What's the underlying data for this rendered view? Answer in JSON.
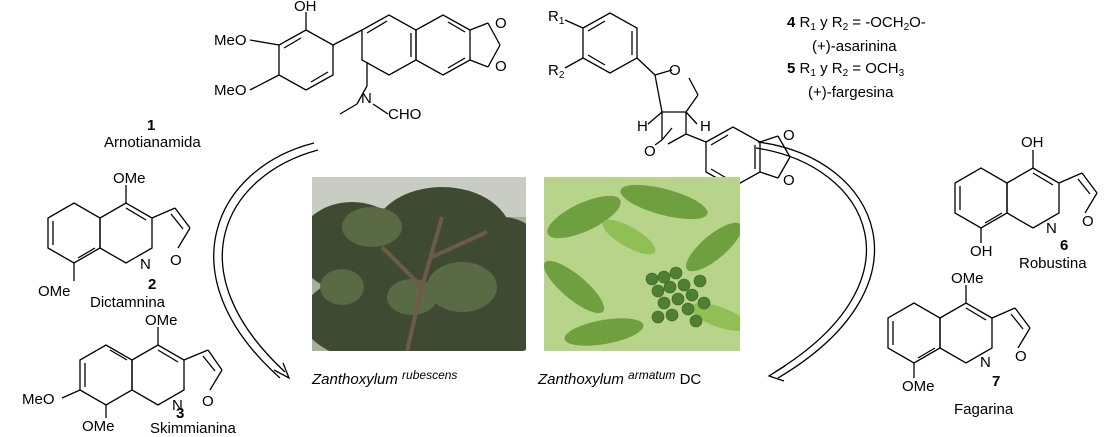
{
  "compounds": [
    {
      "number": "1",
      "name": "Arnotianamida"
    },
    {
      "number": "2",
      "name": "Dictamnina"
    },
    {
      "number": "3",
      "name": "Skimmianina"
    },
    {
      "number": "6",
      "name": "Robustina"
    },
    {
      "number": "7",
      "name": "Fagarina"
    }
  ],
  "lignans": {
    "line4": {
      "number": "4",
      "text_a": " R",
      "sub1": "1",
      "text_b": " y R",
      "sub2": "2",
      "text_c": " = -OCH",
      "sub3": "2",
      "text_d": "O-",
      "name": "(+)-asarinina"
    },
    "line5": {
      "number": "5",
      "text_a": " R",
      "sub1": "1",
      "text_b": " y R",
      "sub2": "2",
      "text_c": " = OCH",
      "sub3": "3",
      "name": "(+)-fargesina"
    }
  },
  "atom_labels": {
    "OH": "OH",
    "MeO": "MeO",
    "OMe": "OMe",
    "N": "N",
    "O": "O",
    "H": "H",
    "CHO": "CHO",
    "R1": "R",
    "R1_sub": "1",
    "R2": "R",
    "R2_sub": "2"
  },
  "plants": [
    {
      "genus": "Zanthoxylum",
      "epithet": "rubescens"
    },
    {
      "genus": "Zanthoxylum",
      "epithet": "armatum",
      "authority": "DC"
    }
  ],
  "colors": {
    "ink": "#000000",
    "foliage_dark": "#4a5a3a",
    "foliage_light": "#7fb24a",
    "berry": "#5f8f3e"
  }
}
